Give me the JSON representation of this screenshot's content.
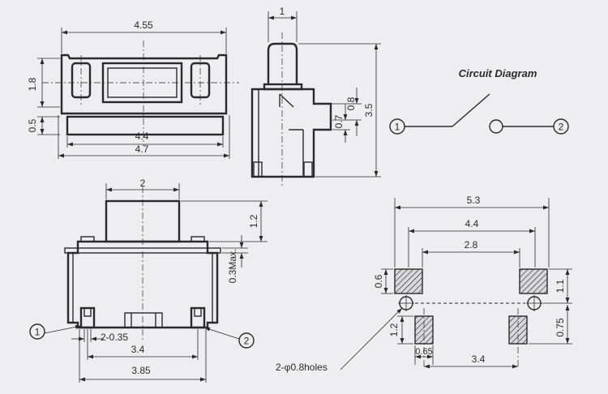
{
  "title": "Circuit Diagram",
  "pins": {
    "pin1": "1",
    "pin2": "2"
  },
  "top_view": {
    "length": "4.55",
    "height": "1.8",
    "foot": "0.5",
    "inner": "4.4",
    "overall": "4.7"
  },
  "side_view": {
    "button": "1",
    "step1": "0.8",
    "step2": "0.7",
    "height": "3.5"
  },
  "front_view": {
    "button_width": "2",
    "button_height": "1.2",
    "max": "0.3Max.",
    "pin_w": "2-0.35",
    "pitch": "3.4",
    "overall": "3.85"
  },
  "pcb_layout": {
    "outer": "5.3",
    "mid": "4.4",
    "inner": "2.8",
    "pad_h": "0.6",
    "pad_off": "1.1",
    "pad_v": "1.2",
    "pad_w": "0.65",
    "hole_off": "0.75",
    "pitch": "3.4",
    "holes": "2-φ0.8holes"
  }
}
